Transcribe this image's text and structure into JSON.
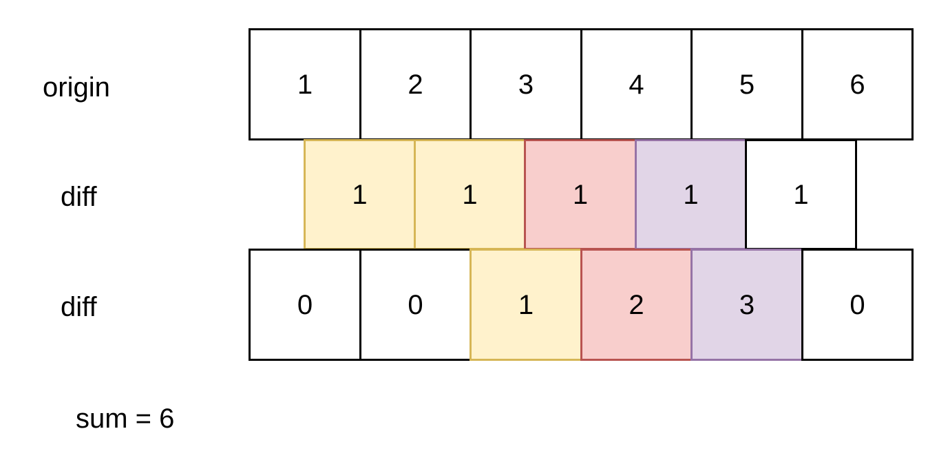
{
  "rows": [
    {
      "label": "origin",
      "cells": [
        {
          "value": "1",
          "fill": "#ffffff",
          "stroke": "#000000"
        },
        {
          "value": "2",
          "fill": "#ffffff",
          "stroke": "#000000"
        },
        {
          "value": "3",
          "fill": "#ffffff",
          "stroke": "#000000"
        },
        {
          "value": "4",
          "fill": "#ffffff",
          "stroke": "#000000"
        },
        {
          "value": "5",
          "fill": "#ffffff",
          "stroke": "#000000"
        },
        {
          "value": "6",
          "fill": "#ffffff",
          "stroke": "#000000"
        }
      ]
    },
    {
      "label": "diff",
      "cells": [
        {
          "value": "1",
          "fill": "#fff2cc",
          "stroke": "#d6b656"
        },
        {
          "value": "1",
          "fill": "#fff2cc",
          "stroke": "#d6b656"
        },
        {
          "value": "1",
          "fill": "#f8cecc",
          "stroke": "#b85450"
        },
        {
          "value": "1",
          "fill": "#e1d5e7",
          "stroke": "#9673a6"
        },
        {
          "value": "1",
          "fill": "#ffffff",
          "stroke": "#000000"
        }
      ]
    },
    {
      "label": "diff",
      "cells": [
        {
          "value": "0",
          "fill": "#ffffff",
          "stroke": "#000000"
        },
        {
          "value": "0",
          "fill": "#ffffff",
          "stroke": "#000000"
        },
        {
          "value": "1",
          "fill": "#fff2cc",
          "stroke": "#d6b656"
        },
        {
          "value": "2",
          "fill": "#f8cecc",
          "stroke": "#b85450"
        },
        {
          "value": "3",
          "fill": "#e1d5e7",
          "stroke": "#9673a6"
        },
        {
          "value": "0",
          "fill": "#ffffff",
          "stroke": "#000000"
        }
      ]
    }
  ],
  "sum_text": "sum = 6"
}
